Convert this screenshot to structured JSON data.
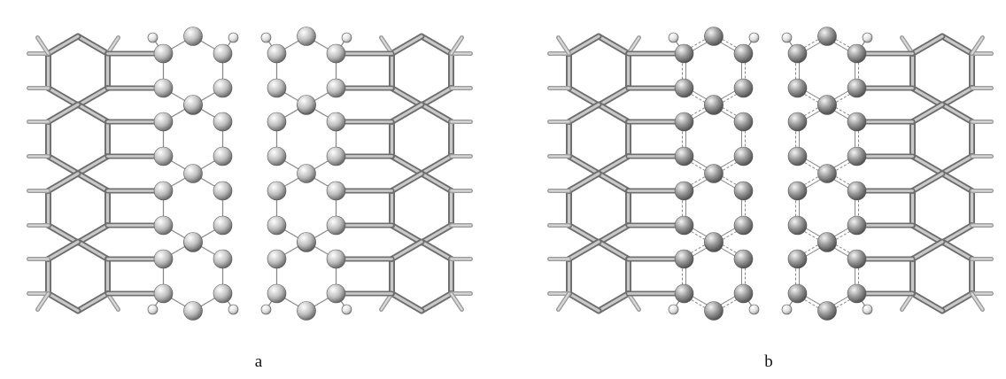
{
  "panels": [
    {
      "id": "a",
      "label": "a",
      "ring_style": "single"
    },
    {
      "id": "b",
      "label": "b",
      "ring_style": "double"
    }
  ],
  "colors": {
    "background": "#ffffff",
    "tube_edge": "#6e6e6e",
    "tube_fill": "#c9c9c9",
    "hydrogen_tube": "#d8d8d8",
    "atom_dark": "#6f6f6f",
    "atom_light": "#f2f2f2",
    "hydrogen_atom": "#e6e6e6",
    "bond_line": "#8a8a8a"
  }
}
